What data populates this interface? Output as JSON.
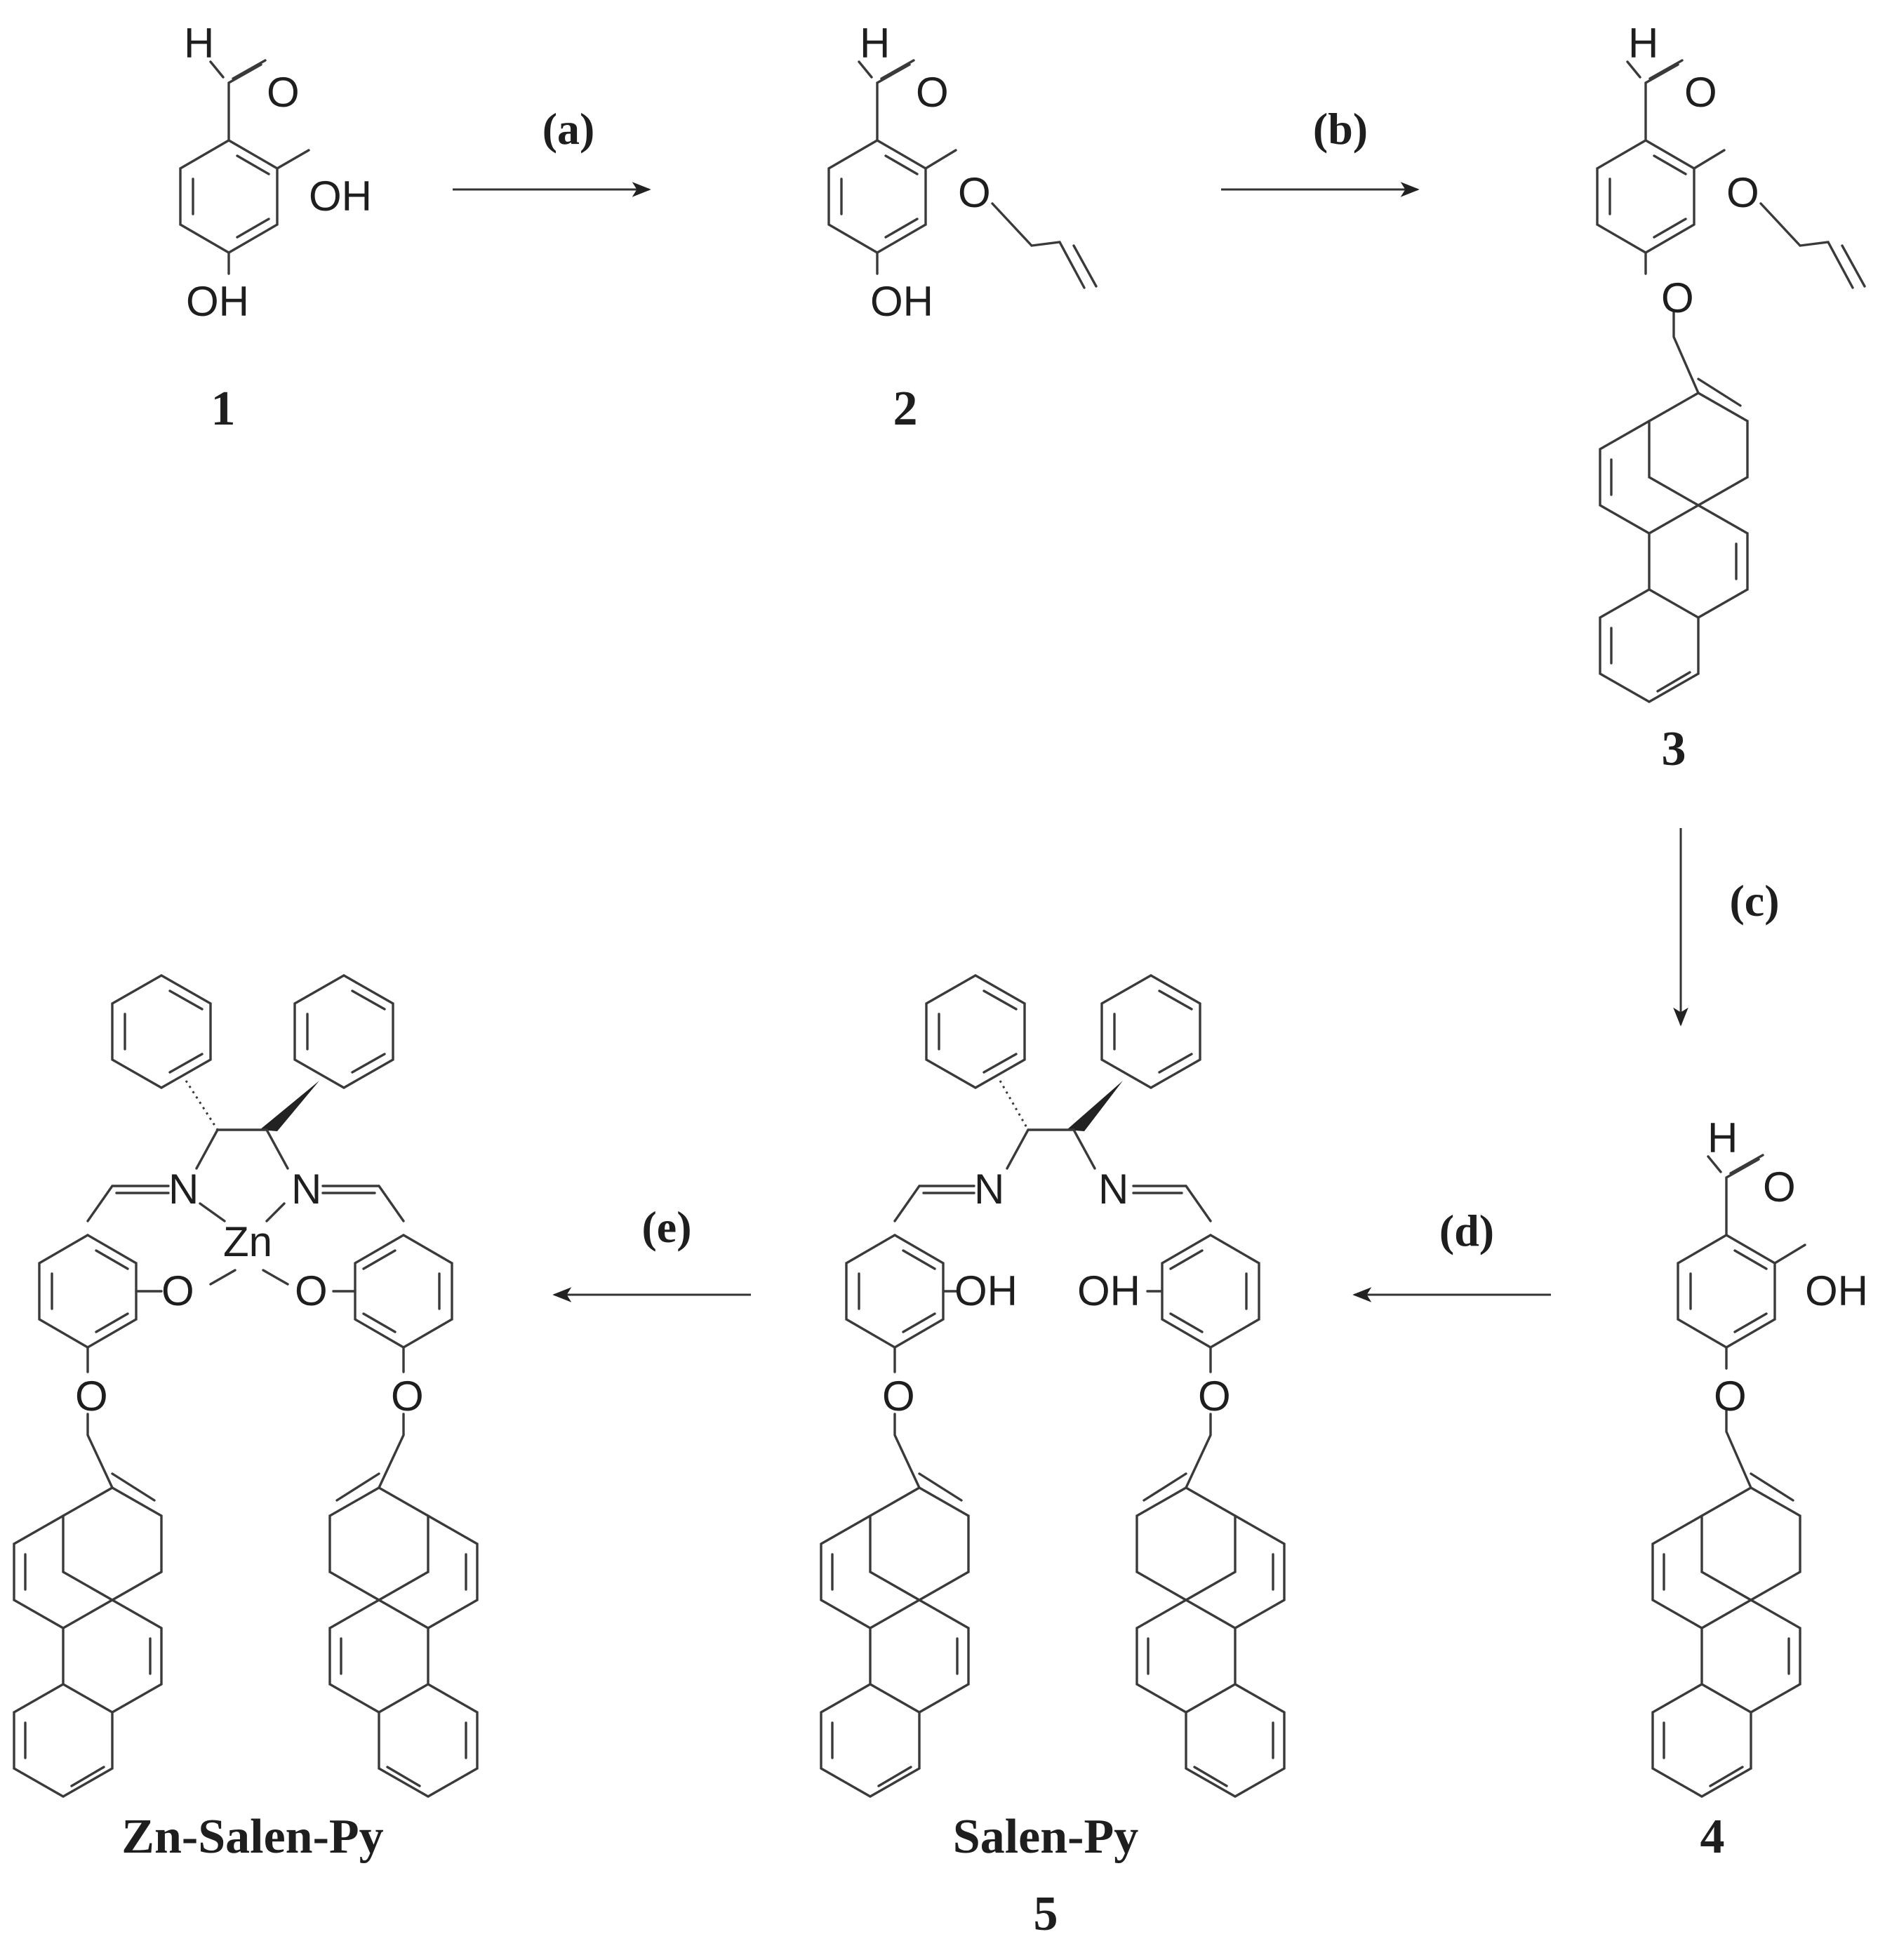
{
  "compounds": {
    "c1": {
      "label": "1"
    },
    "c2": {
      "label": "2"
    },
    "c3": {
      "label": "3"
    },
    "c4": {
      "label": "4"
    },
    "c5": {
      "label": "Salen-Py",
      "number": "5"
    },
    "zn": {
      "label": "Zn-Salen-Py"
    }
  },
  "steps": {
    "a": "(a)",
    "b": "(b)",
    "c": "(c)",
    "d": "(d)",
    "e": "(e)"
  },
  "atoms": {
    "H": "H",
    "O": "O",
    "OH": "OH",
    "N": "N",
    "Zn": "Zn"
  }
}
